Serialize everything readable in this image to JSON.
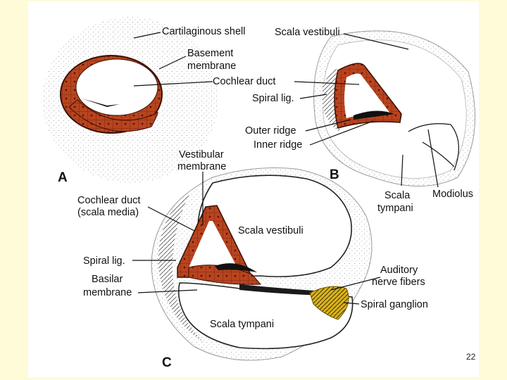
{
  "slide": {
    "page_number": "22"
  },
  "panels": {
    "a": {
      "letter": "A",
      "labels": {
        "cartilaginous_shell": "Cartilaginous shell",
        "basement_membrane_1": "Basement",
        "basement_membrane_2": "membrane",
        "cochlear_duct": "Cochlear duct"
      }
    },
    "b": {
      "letter": "B",
      "labels": {
        "scala_vestibuli": "Scala vestibuli",
        "spiral_lig": "Spiral lig.",
        "outer_ridge": "Outer ridge",
        "inner_ridge": "Inner ridge",
        "scala_tympani_1": "Scala",
        "scala_tympani_2": "tympani",
        "modiolus": "Modiolus"
      }
    },
    "c": {
      "letter": "C",
      "labels": {
        "vestibular_membrane_1": "Vestibular",
        "vestibular_membrane_2": "membrane",
        "cochlear_duct_1": "Cochlear duct",
        "cochlear_duct_2": "(scala media)",
        "scala_vestibuli": "Scala vestibuli",
        "spiral_lig": "Spiral lig.",
        "basilar_membrane_1": "Basilar",
        "basilar_membrane_2": "membrane",
        "auditory_nerve_1": "Auditory",
        "auditory_nerve_2": "nerve fibers",
        "spiral_ganglion": "Spiral ganglion",
        "scala_tympani": "Scala tympani"
      }
    }
  },
  "colors": {
    "background": "#fdfbd8",
    "epithelium": "#b8441f",
    "epithelium_dark": "#6b1d08",
    "ganglion": "#d8b21c",
    "stipple": "#9a9a9a"
  }
}
